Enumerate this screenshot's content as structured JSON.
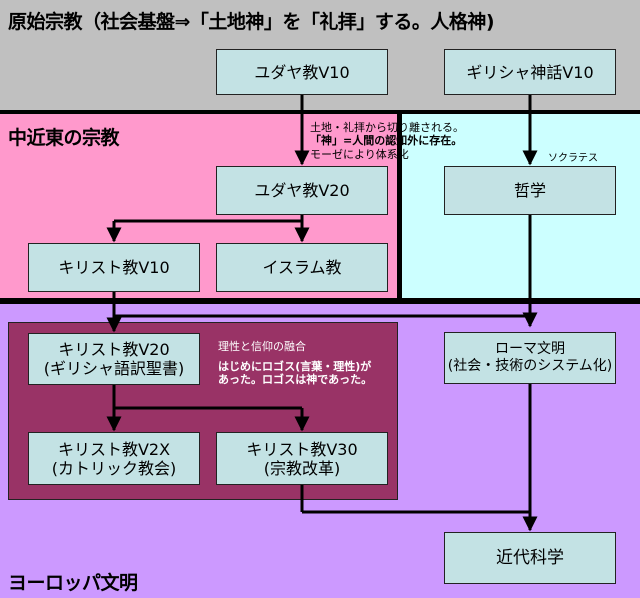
{
  "regions": {
    "primitive": "原始宗教（社会基盤⇒「土地神」を「礼拝」する。人格神)",
    "middle_east": "中近東の宗教",
    "europe": "ヨーロッパ文明"
  },
  "boxes": {
    "judaism_v10": "ユダヤ教V10",
    "greek_myth_v10": "ギリシャ神話V10",
    "judaism_v20": "ユダヤ教V20",
    "philosophy": "哲学",
    "christianity_v10": "キリスト教V10",
    "islam": "イスラム教",
    "christianity_v20": "キリスト教V20\n(ギリシャ語訳聖書)",
    "roman_civ": "ローマ文明\n(社会・技術のシステム化)",
    "christianity_v2x": "キリスト教V2X\n(カトリック教会)",
    "christianity_v30": "キリスト教V30\n(宗教改革)",
    "modern_science": "近代科学"
  },
  "notes": {
    "separation_1": "土地・礼拝から切り離される。",
    "separation_2": "「神」=人間の認知外に存在。",
    "separation_3": "モーゼにより体系化",
    "socrates": "ソクラテス",
    "fusion_title": "理性と信仰の融合",
    "fusion_body": "はじめにロゴス(言葉・理性)が\nあった。ロゴスは神であった。"
  },
  "colors": {
    "primitive_bg": "#c0c0c0",
    "middle_east_bg": "#ff99cc",
    "greek_bg": "#ccffff",
    "europe_bg": "#cc99ff",
    "church_bg": "#993366",
    "box_bg": "#c3e2e4"
  }
}
